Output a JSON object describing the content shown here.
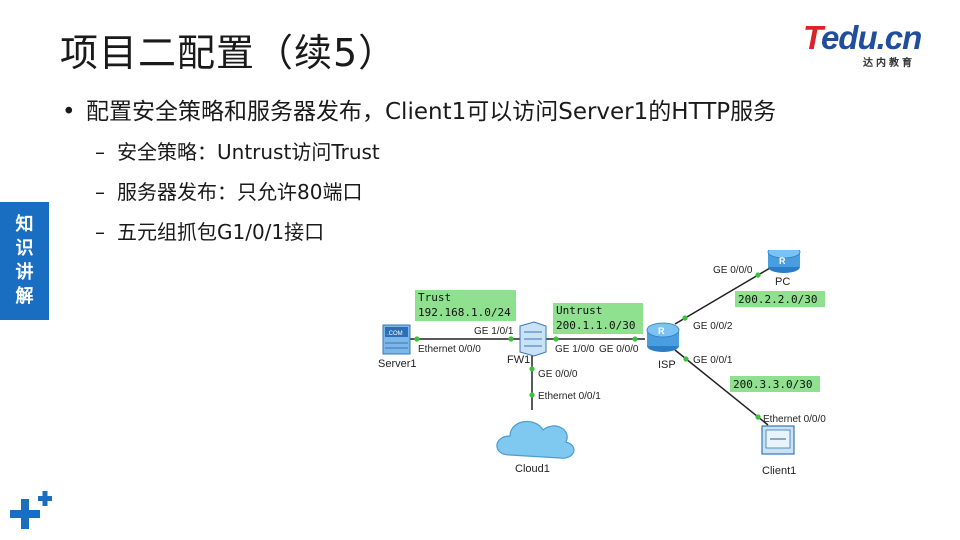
{
  "title": "项目二配置（续5）",
  "logo": {
    "brand_t": "T",
    "brand_edu": "edu",
    "brand_cn": ".cn",
    "subtitle": "达内教育"
  },
  "main_bullet": "配置安全策略和服务器发布，Client1可以访问Server1的HTTP服务",
  "sub_bullets": [
    "安全策略：Untrust访问Trust",
    "服务器发布：只允许80端口",
    "五元组抓包G1/0/1接口"
  ],
  "side_tab": [
    "知",
    "识",
    "讲",
    "解"
  ],
  "colors": {
    "tab_blue": "#1a6ec1",
    "zone_green": "#8fe08f",
    "link_dot": "#3cc03c"
  },
  "diagram": {
    "nodes": {
      "server1": "Server1",
      "fw1": "FW1",
      "isp": "ISP",
      "pc": "PC",
      "client1": "Client1",
      "cloud1": "Cloud1"
    },
    "zones": {
      "trust_name": "Trust",
      "trust_net": "192.168.1.0/24",
      "untrust_name": "Untrust",
      "untrust_net": "200.1.1.0/30",
      "pc_net": "200.2.2.0/30",
      "client_net": "200.3.3.0/30"
    },
    "ports": {
      "server1_eth": "Ethernet 0/0/0",
      "fw_g101": "GE 1/0/1",
      "fw_g100": "GE 1/0/0",
      "fw_g000": "GE 0/0/0",
      "cloud_eth": "Ethernet 0/0/1",
      "isp_g000": "GE 0/0/0",
      "isp_g002": "GE 0/0/2",
      "isp_g001": "GE 0/0/1",
      "pc_g000": "GE 0/0/0",
      "client_eth": "Ethernet 0/0/0"
    },
    "server_badge": ".COM"
  }
}
